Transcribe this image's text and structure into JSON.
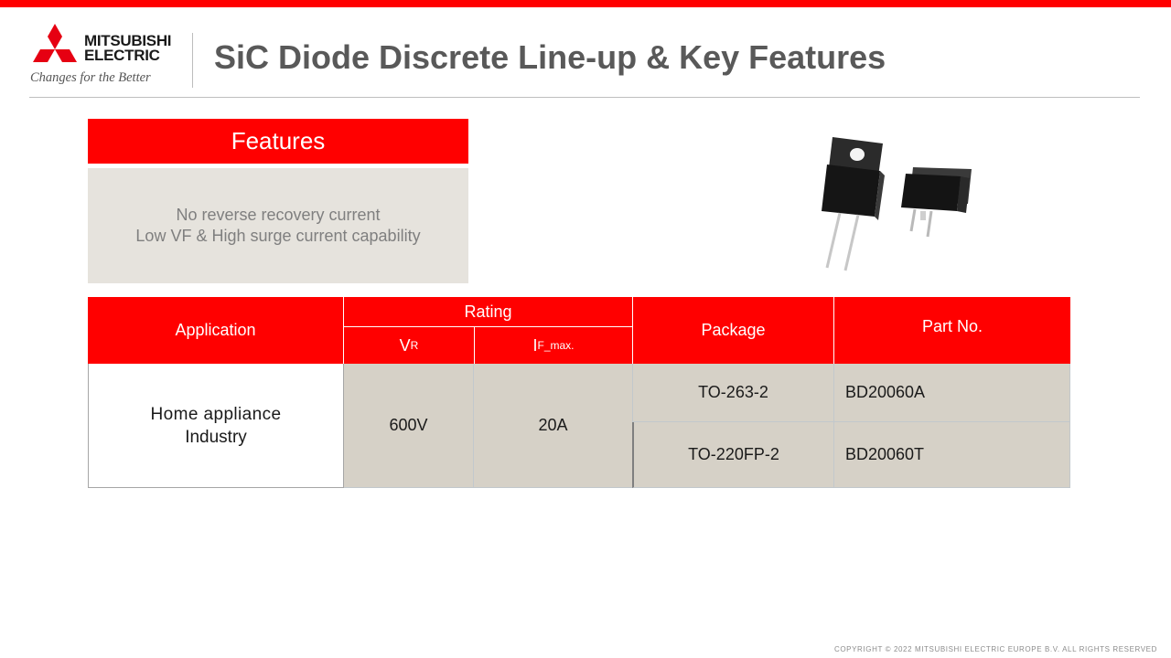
{
  "logo": {
    "brand_line1": "MITSUBISHI",
    "brand_line2": "ELECTRIC",
    "tagline": "Changes for the Better"
  },
  "title": "SiC Diode Discrete Line-up & Key Features",
  "features": {
    "heading": "Features",
    "items": [
      "No reverse recovery current",
      "Low VF & High surge current capability"
    ]
  },
  "table": {
    "headers": {
      "application": "Application",
      "rating": "Rating",
      "vr_main": "V",
      "vr_sub": "R",
      "if_main": "I",
      "if_sub": "F_max.",
      "package": "Package",
      "part_no": "Part No."
    },
    "application_lines": [
      "Home appliance",
      "Industry"
    ],
    "vr_value": "600V",
    "if_value": "20A",
    "rows": [
      {
        "package": "TO-263-2",
        "part_no": "BD20060A"
      },
      {
        "package": "TO-220FP-2",
        "part_no": "BD20060T"
      }
    ]
  },
  "copyright": "COPYRIGHT © 2022 MITSUBISHI ELECTRIC EUROPE B.V. ALL RIGHTS RESERVED",
  "colors": {
    "accent": "#ff0000",
    "title": "#595959",
    "feature_bg": "#e6e3dd",
    "table_cell_bg": "#d6d1c7"
  }
}
